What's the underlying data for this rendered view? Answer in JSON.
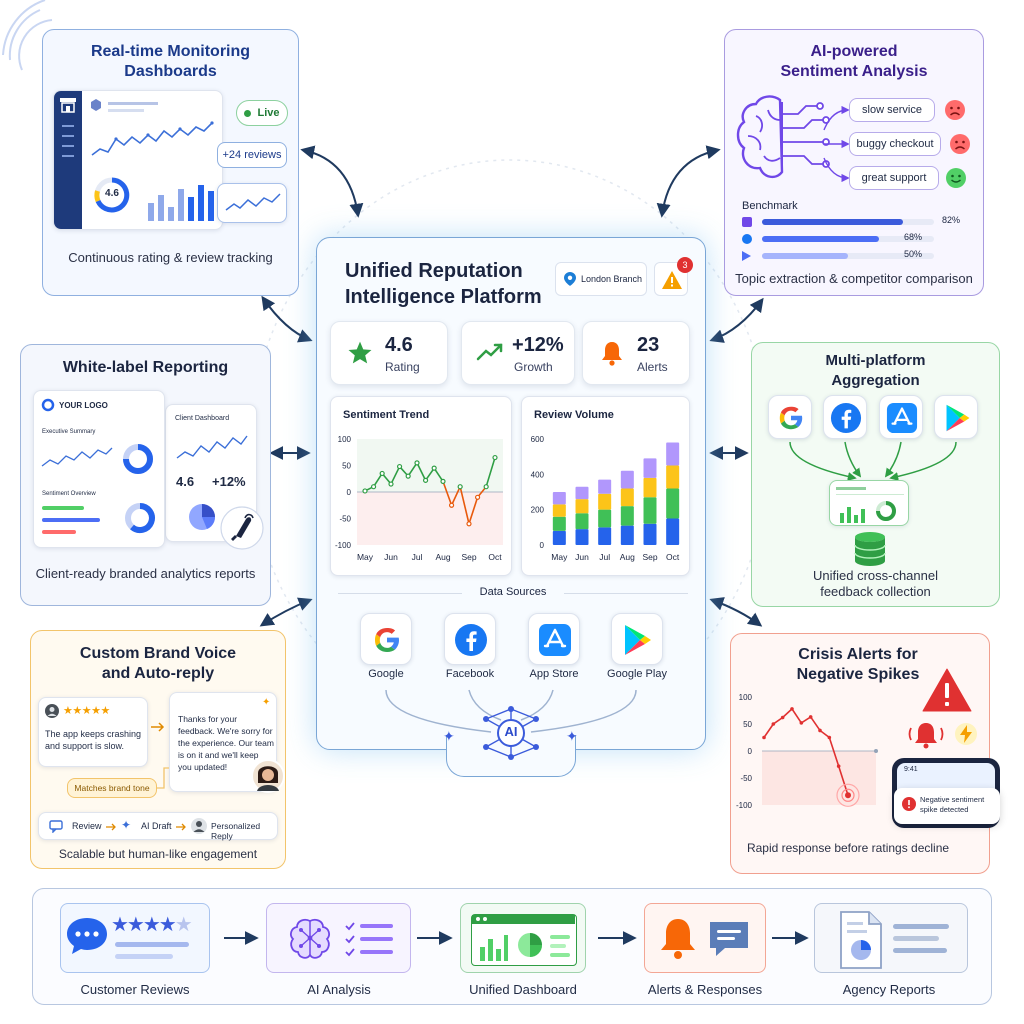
{
  "center": {
    "title_line1": "Unified Reputation",
    "title_line2": "Intelligence Platform",
    "branch": "London Branch",
    "alert_count": "3",
    "stats": [
      {
        "value": "4.6",
        "label": "Rating"
      },
      {
        "value": "+12%",
        "label": "Growth"
      },
      {
        "value": "23",
        "label": "Alerts"
      }
    ],
    "data_sources_label": "Data Sources",
    "sources": [
      "Google",
      "Facebook",
      "App Store",
      "Google Play"
    ],
    "ai_label": "AI"
  },
  "monitoring": {
    "title_line1": "Real-time Monitoring",
    "title_line2": "Dashboards",
    "live": "Live",
    "reviews": "+24 reviews",
    "gauge": "4.6",
    "caption": "Continuous rating & review tracking"
  },
  "sentiment": {
    "title_line1": "AI-powered",
    "title_line2": "Sentiment Analysis",
    "tags": [
      "slow service",
      "buggy checkout",
      "great support"
    ],
    "benchmark_label": "Benchmark",
    "benchmark": [
      {
        "value": 82,
        "label": "82%",
        "color": "#3b5bdb"
      },
      {
        "value": 68,
        "label": "68%",
        "color": "#4c6ef5"
      },
      {
        "value": 50,
        "label": "50%",
        "color": "#a5b4fc"
      }
    ],
    "caption": "Topic extraction & competitor comparison"
  },
  "whitelabel": {
    "title": "White-label Reporting",
    "logo": "YOUR LOGO",
    "exec_summary": "Executive Summary",
    "sentiment_overview": "Sentiment Overview",
    "client_dashboard": "Client Dashboard",
    "rating": "4.6",
    "growth": "+12%",
    "caption": "Client-ready branded analytics reports"
  },
  "aggregation": {
    "title_line1": "Multi-platform",
    "title_line2": "Aggregation",
    "caption_line1": "Unified cross-channel",
    "caption_line2": "feedback collection"
  },
  "brandvoice": {
    "title_line1": "Custom Brand Voice",
    "title_line2": "and Auto-reply",
    "stars": "★★★★★",
    "review_text": "The app keeps crashing and support is slow.",
    "reply_text": "Thanks for your feedback. We're sorry for the experience. Our team is on it and we'll keep you updated!",
    "tone": "Matches brand tone",
    "steps": [
      "Review",
      "AI Draft",
      "Personalized Reply"
    ],
    "caption": "Scalable but human-like engagement"
  },
  "crisis": {
    "title_line1": "Crisis Alerts for",
    "title_line2": "Negative Spikes",
    "yticks": [
      "100",
      "50",
      "0",
      "-50",
      "-100"
    ],
    "phone_time": "9:41",
    "notification": "Negative sentiment spike detected",
    "caption": "Rapid response before ratings decline",
    "values": [
      25,
      50,
      62,
      78,
      52,
      63,
      38,
      25,
      -28,
      -82
    ]
  },
  "flow": {
    "steps": [
      "Customer Reviews",
      "AI Analysis",
      "Unified Dashboard",
      "Alerts & Responses",
      "Agency Reports"
    ]
  },
  "chart_data": [
    {
      "type": "line",
      "title": "Sentiment Trend",
      "categories": [
        "May",
        "Jun",
        "Jul",
        "Aug",
        "Sep",
        "Oct"
      ],
      "yticks": [
        "100",
        "50",
        "0",
        "-50",
        "-100"
      ],
      "ylim": [
        -100,
        100
      ],
      "x": [
        0,
        0.33,
        0.66,
        1,
        1.33,
        1.66,
        2,
        2.33,
        2.66,
        3,
        3.33,
        3.66,
        4,
        4.33,
        4.66,
        5
      ],
      "values": [
        2,
        10,
        35,
        15,
        48,
        30,
        55,
        22,
        45,
        20,
        -25,
        10,
        -60,
        -10,
        10,
        65
      ],
      "positive_color": "#2f9e44",
      "negative_color": "#e8590c"
    },
    {
      "type": "bar",
      "title": "Review Volume",
      "categories": [
        "May",
        "Jun",
        "Jul",
        "Aug",
        "Sep",
        "Oct"
      ],
      "yticks": [
        "600",
        "400",
        "200",
        "0"
      ],
      "ylim": [
        0,
        600
      ],
      "series": [
        {
          "color": "#2563eb",
          "values": [
            80,
            90,
            100,
            110,
            120,
            150
          ]
        },
        {
          "color": "#40c057",
          "values": [
            80,
            90,
            100,
            110,
            150,
            170
          ]
        },
        {
          "color": "#fcc419",
          "values": [
            70,
            80,
            90,
            100,
            110,
            130
          ]
        },
        {
          "color": "#b197fc",
          "values": [
            70,
            70,
            80,
            100,
            110,
            130
          ]
        }
      ]
    }
  ],
  "colors": {
    "navy": "#1b2a6b",
    "blue": "#2563eb",
    "purple": "#7048e8",
    "green": "#2f9e44",
    "orange": "#f59f00",
    "red": "#e03131"
  }
}
